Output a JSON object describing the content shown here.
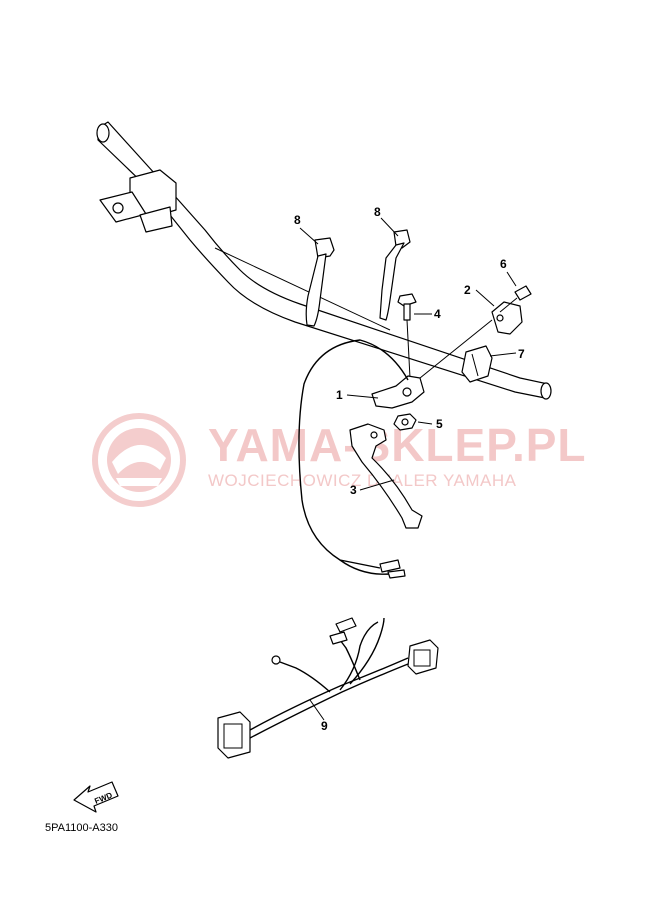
{
  "watermark": {
    "title": "YAMA-SKLEP.PL",
    "subtitle": "WOJCIECHOWICZ DEALER YAMAHA",
    "color": "#f3c8c8"
  },
  "callouts": {
    "c1": "1",
    "c2": "2",
    "c3": "3",
    "c4": "4",
    "c5": "5",
    "c6": "6",
    "c7": "7",
    "c8a": "8",
    "c8b": "8",
    "c9": "9"
  },
  "direction_label": "FWD",
  "diagram_code": "5PA1100-A330"
}
